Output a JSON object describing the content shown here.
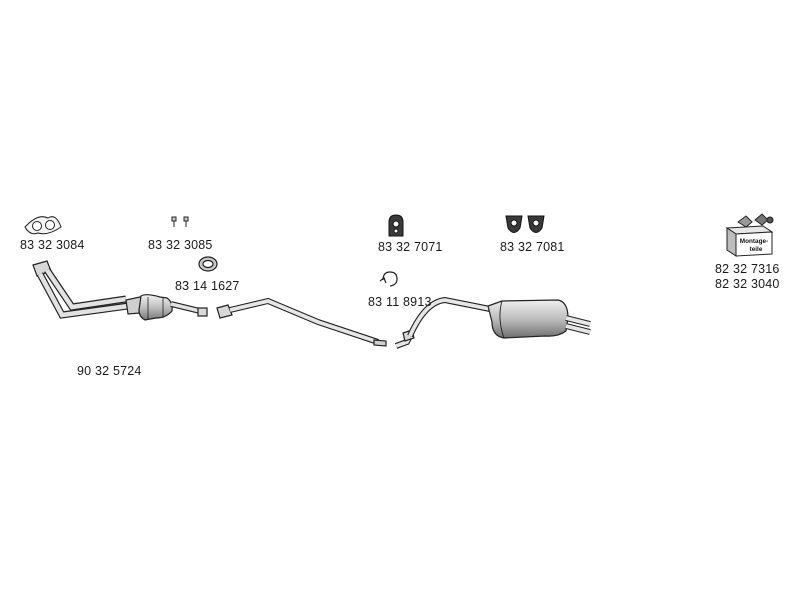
{
  "parts": {
    "gasket_manifold": "83 32 3084",
    "bolts": "83 32 3085",
    "ring_gasket": "83 14 1627",
    "front_pipe_catalyst": "90 32 5724",
    "rubber_hanger_single": "83 32 7071",
    "rubber_hanger_pair": "83 32 7081",
    "clamp": "83 11 8913",
    "mounting_kit_1": "82 32 7316",
    "mounting_kit_2": "82 32 3040"
  },
  "mounting_kit_box_label": {
    "line1": "Montage-",
    "line2": "teile"
  },
  "colors": {
    "line": "#222222",
    "fill_light": "#d8d8d8",
    "fill_mid": "#b5b5b5",
    "fill_dark": "#7a7a7a"
  }
}
